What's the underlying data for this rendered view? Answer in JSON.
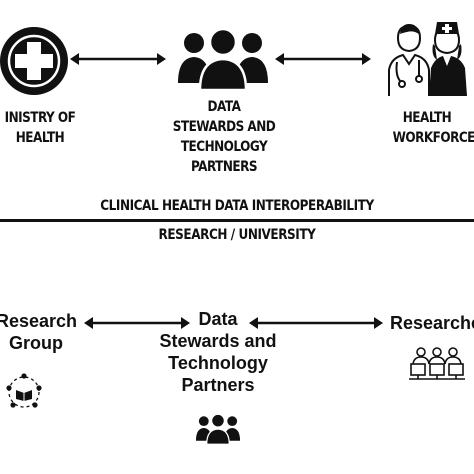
{
  "top": {
    "ministry_label": "INISTRY OF HEALTH",
    "stewards_label": "DATA STEWARDS AND TECHNOLOGY PARTNERS",
    "workforce_label": "HEALTH WORKFORCE"
  },
  "middle": {
    "interoperability_title": "CLINICAL HEALTH DATA INTEROPERABILITY",
    "research_title": "RESEARCH / UNIVERSITY"
  },
  "bottom": {
    "research_group_label": "Research Group",
    "stewards_label": "Data Stewards and Technology Partners",
    "researchers_label": "Researche"
  },
  "icons": {
    "ministry": "medical-cross-icon",
    "stewards_top": "people-group-icon",
    "workforce": "doctor-nurse-icon",
    "research_group": "research-network-icon",
    "stewards_bottom": "people-group-icon",
    "researchers": "researchers-computers-icon"
  }
}
